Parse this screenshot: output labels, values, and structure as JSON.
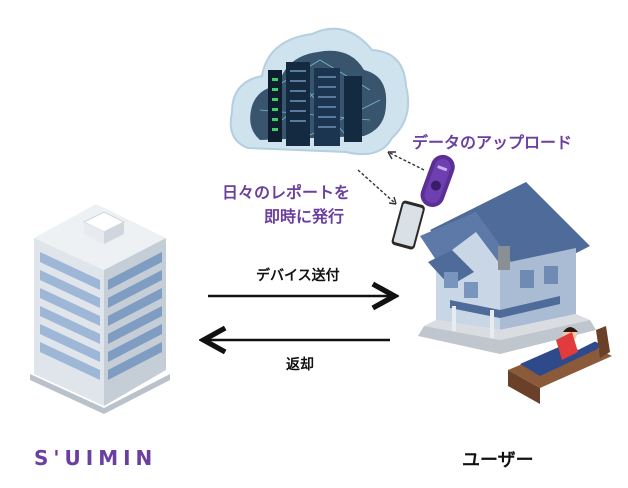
{
  "labels": {
    "upload": "データのアップロード",
    "report_line1": "日々のレポートを",
    "report_line2": "即時に発行",
    "send_device": "デバイス送付",
    "return": "返却",
    "company": "S'UIMIN",
    "user": "ユーザー"
  },
  "colors": {
    "accent": "#6b3fa0",
    "text": "#111111",
    "cloud": "#cfe3ee",
    "building": "#dfe5ea",
    "window": "#9fb7d6",
    "roof": "#4f6b9a",
    "house_wall": "#c9d6e6"
  },
  "icons": [
    "cloud-server-icon",
    "office-building-icon",
    "house-icon",
    "smartphone-icon",
    "sensor-device-icon",
    "sleeping-person-icon"
  ]
}
